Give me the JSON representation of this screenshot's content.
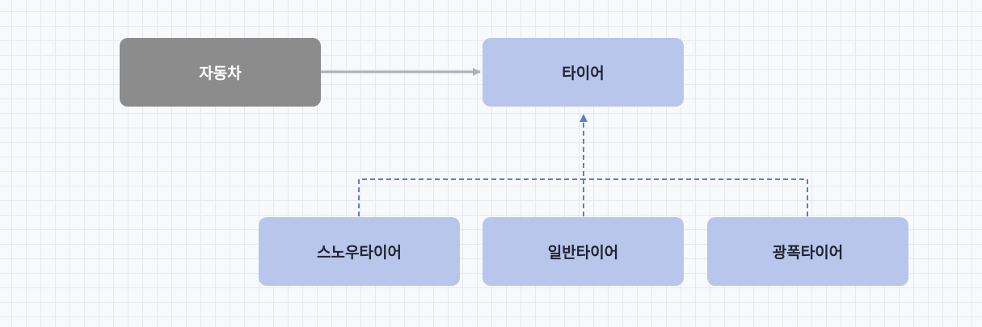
{
  "colors": {
    "dark_node": "#8c8c8c",
    "light_node": "#b8c6ec",
    "solid_arrow": "#b0b0b0",
    "dashed_line": "#5b7fd0"
  },
  "nodes": {
    "car": "자동차",
    "tire": "타이어",
    "snow_tire": "스노우타이어",
    "normal_tire": "일반타이어",
    "wide_tire": "광폭타이어"
  },
  "edges": [
    {
      "from": "car",
      "to": "tire",
      "style": "solid"
    },
    {
      "from": "snow_tire",
      "to": "tire",
      "style": "dashed"
    },
    {
      "from": "normal_tire",
      "to": "tire",
      "style": "dashed"
    },
    {
      "from": "wide_tire",
      "to": "tire",
      "style": "dashed"
    }
  ]
}
